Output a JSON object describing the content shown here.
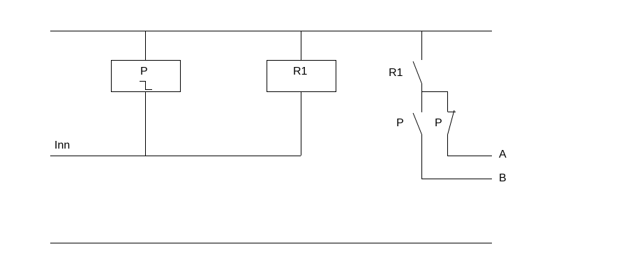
{
  "diagram": {
    "relay_p": {
      "label": "P"
    },
    "relay_r1": {
      "label": "R1"
    },
    "contact_r1": {
      "label": "R1"
    },
    "contact_p_no": {
      "label": "P"
    },
    "contact_p_nc": {
      "label": "P"
    },
    "line_inn": {
      "label": "Inn"
    },
    "output_a": {
      "label": "A"
    },
    "output_b": {
      "label": "B"
    }
  },
  "colors": {
    "line": "#000000",
    "background": "#ffffff"
  }
}
